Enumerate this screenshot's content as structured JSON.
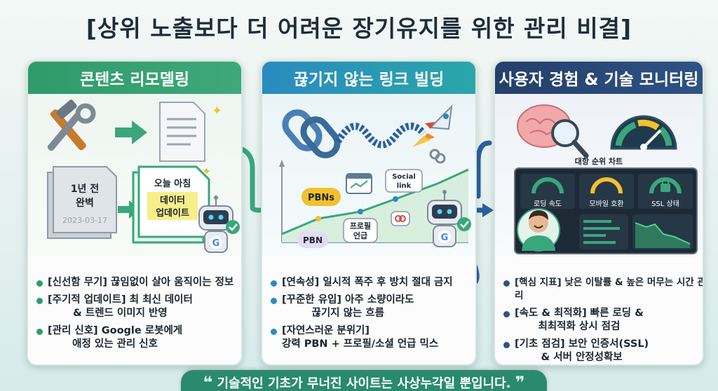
{
  "title": "[상위 노출보다 더 어려운 장기유지를 위한 관리 비결]",
  "cards": [
    {
      "heading": "콘텐츠 리모델링",
      "doc_old": {
        "line1": "1년 전",
        "line2": "완벽",
        "date": "2023-03-17"
      },
      "doc_new": {
        "line1": "오늘 아침",
        "line2": "데이터",
        "line3": "업데이트"
      },
      "bullets": [
        {
          "l1": "[신선함 무기] 끊임없이 살아 움직이는 정보"
        },
        {
          "l1": "[주기적 업데이트] 최 최신 데이터",
          "l2": "& 트렌드 이미지 반영"
        },
        {
          "l1": "[관리 신호] Google 로봇에게",
          "l2": "애정 있는 관리 신호"
        }
      ],
      "icons": [
        "tools-icon",
        "arrow-right-icon",
        "document-icon",
        "robot-icon",
        "google-icon",
        "check-icon"
      ]
    },
    {
      "heading": "끊기지 않는 링크 빌딩",
      "graph_labels": {
        "pbns": "PBNs",
        "pbn": "PBN",
        "profile1": "프로필",
        "profile2": "언급",
        "social1": "Social",
        "social2": "link"
      },
      "bullets": [
        {
          "l1": "[연속성] 일시적 폭주 후 방치 절대 금지"
        },
        {
          "l1": "[꾸준한 유입] 아주 소량이라도",
          "l2": "끊기지 않는 흐름"
        },
        {
          "l1": "[자연스러운 분위기]",
          "l2": "강력 PBN + 프로필/소셜 언급 믹스"
        }
      ],
      "icons": [
        "chain-link-icon",
        "rocket-icon",
        "robot-icon",
        "google-icon",
        "check-icon"
      ]
    },
    {
      "heading": "사용자 경험 & 기술 모니터링",
      "dashboard_title": "대항 순위 차트",
      "gauges": [
        {
          "label": "로딩 속도"
        },
        {
          "label": "모바일 호환"
        },
        {
          "label": "SSL 상태"
        }
      ],
      "bullets": [
        {
          "l1": "[핵심 지표] 낮은 이탈률 & 높은 머무는 시간 관리"
        },
        {
          "l1": "[속도 & 최적화] 빠른 로딩 &",
          "l2": "최최적화 상시 점검"
        },
        {
          "l1": "[기초 점검] 보안 인증서(SSL)",
          "l2": "& 서버 안정성확보"
        }
      ],
      "icons": [
        "brain-icon",
        "magnifier-icon",
        "speedometer-icon",
        "user-avatar-icon",
        "lock-icon"
      ]
    }
  ],
  "footer": "기술적인 기초가 무너진 사이트는 사상누각일 뿐입니다.",
  "colors": {
    "green": "#2f9a6a",
    "blue": "#2a8bbf",
    "navy": "#2e5385",
    "gold": "#f2c12e"
  }
}
